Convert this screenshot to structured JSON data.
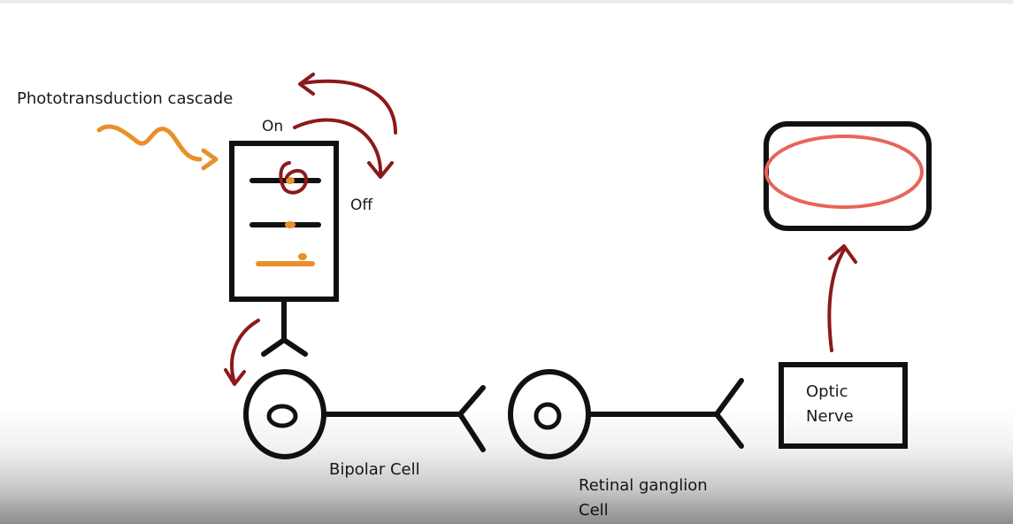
{
  "labels": {
    "cascade": "Phototransduction cascade",
    "on": "On",
    "off": "Off",
    "optic_nerve_line1": "Optic",
    "optic_nerve_line2": "Nerve",
    "bipolar": "Bipolar Cell",
    "ganglion_line1": "Retinal ganglion",
    "ganglion_line2": "Cell"
  },
  "colors": {
    "ink": "#111111",
    "arrow": "#8b1a1a",
    "orange": "#e8902a",
    "highlight": "#e8645a"
  }
}
